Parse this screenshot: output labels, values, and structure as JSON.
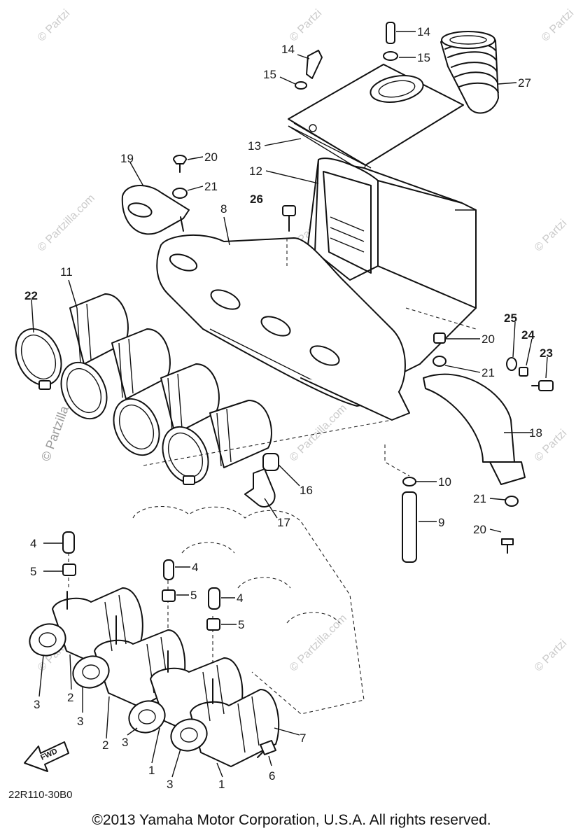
{
  "diagram": {
    "callouts": [
      "1",
      "2",
      "3",
      "4",
      "5",
      "6",
      "7",
      "8",
      "9",
      "10",
      "11",
      "12",
      "13",
      "14",
      "15",
      "16",
      "17",
      "18",
      "19",
      "20",
      "21",
      "22",
      "23",
      "24",
      "25",
      "26",
      "27"
    ],
    "fwd_label": "FWD",
    "drawing_code": "22R110-30B0"
  },
  "watermark": {
    "site": "© Partzilla.com",
    "site_short": "© Partzi"
  },
  "footer": {
    "copyright": "©2013  Yamaha Motor Corporation, U.S.A. All rights reserved."
  }
}
